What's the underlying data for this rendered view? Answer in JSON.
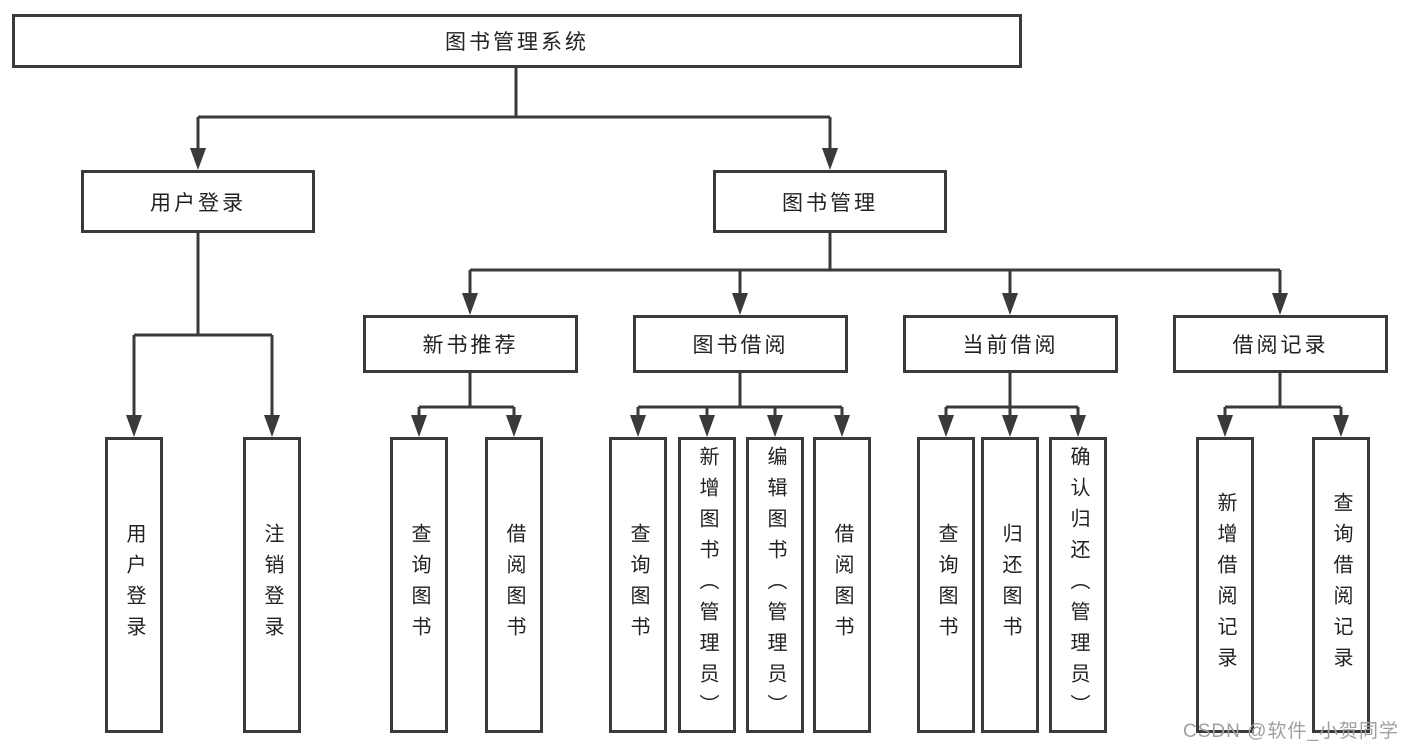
{
  "diagram": {
    "root": {
      "label": "图书管理系统"
    },
    "branches": {
      "user_login": {
        "label": "用户登录",
        "children": [
          "用户登录",
          "注销登录"
        ]
      },
      "book_management": {
        "label": "图书管理",
        "groups": [
          {
            "label": "新书推荐",
            "children": [
              "查询图书",
              "借阅图书"
            ]
          },
          {
            "label": "图书借阅",
            "children": [
              "查询图书",
              "新增图书（管理员）",
              "编辑图书（管理员）",
              "借阅图书"
            ]
          },
          {
            "label": "当前借阅",
            "children": [
              "查询图书",
              "归还图书",
              "确认归还（管理员）"
            ]
          },
          {
            "label": "借阅记录",
            "children": [
              "新增借阅记录",
              "查询借阅记录"
            ]
          }
        ]
      }
    }
  },
  "watermark": {
    "text": "CSDN @软件_小贺同学"
  },
  "colors": {
    "line": "#3a3a3a",
    "text": "#222222",
    "bg": "#ffffff",
    "watermark": "#a0a0a0"
  }
}
